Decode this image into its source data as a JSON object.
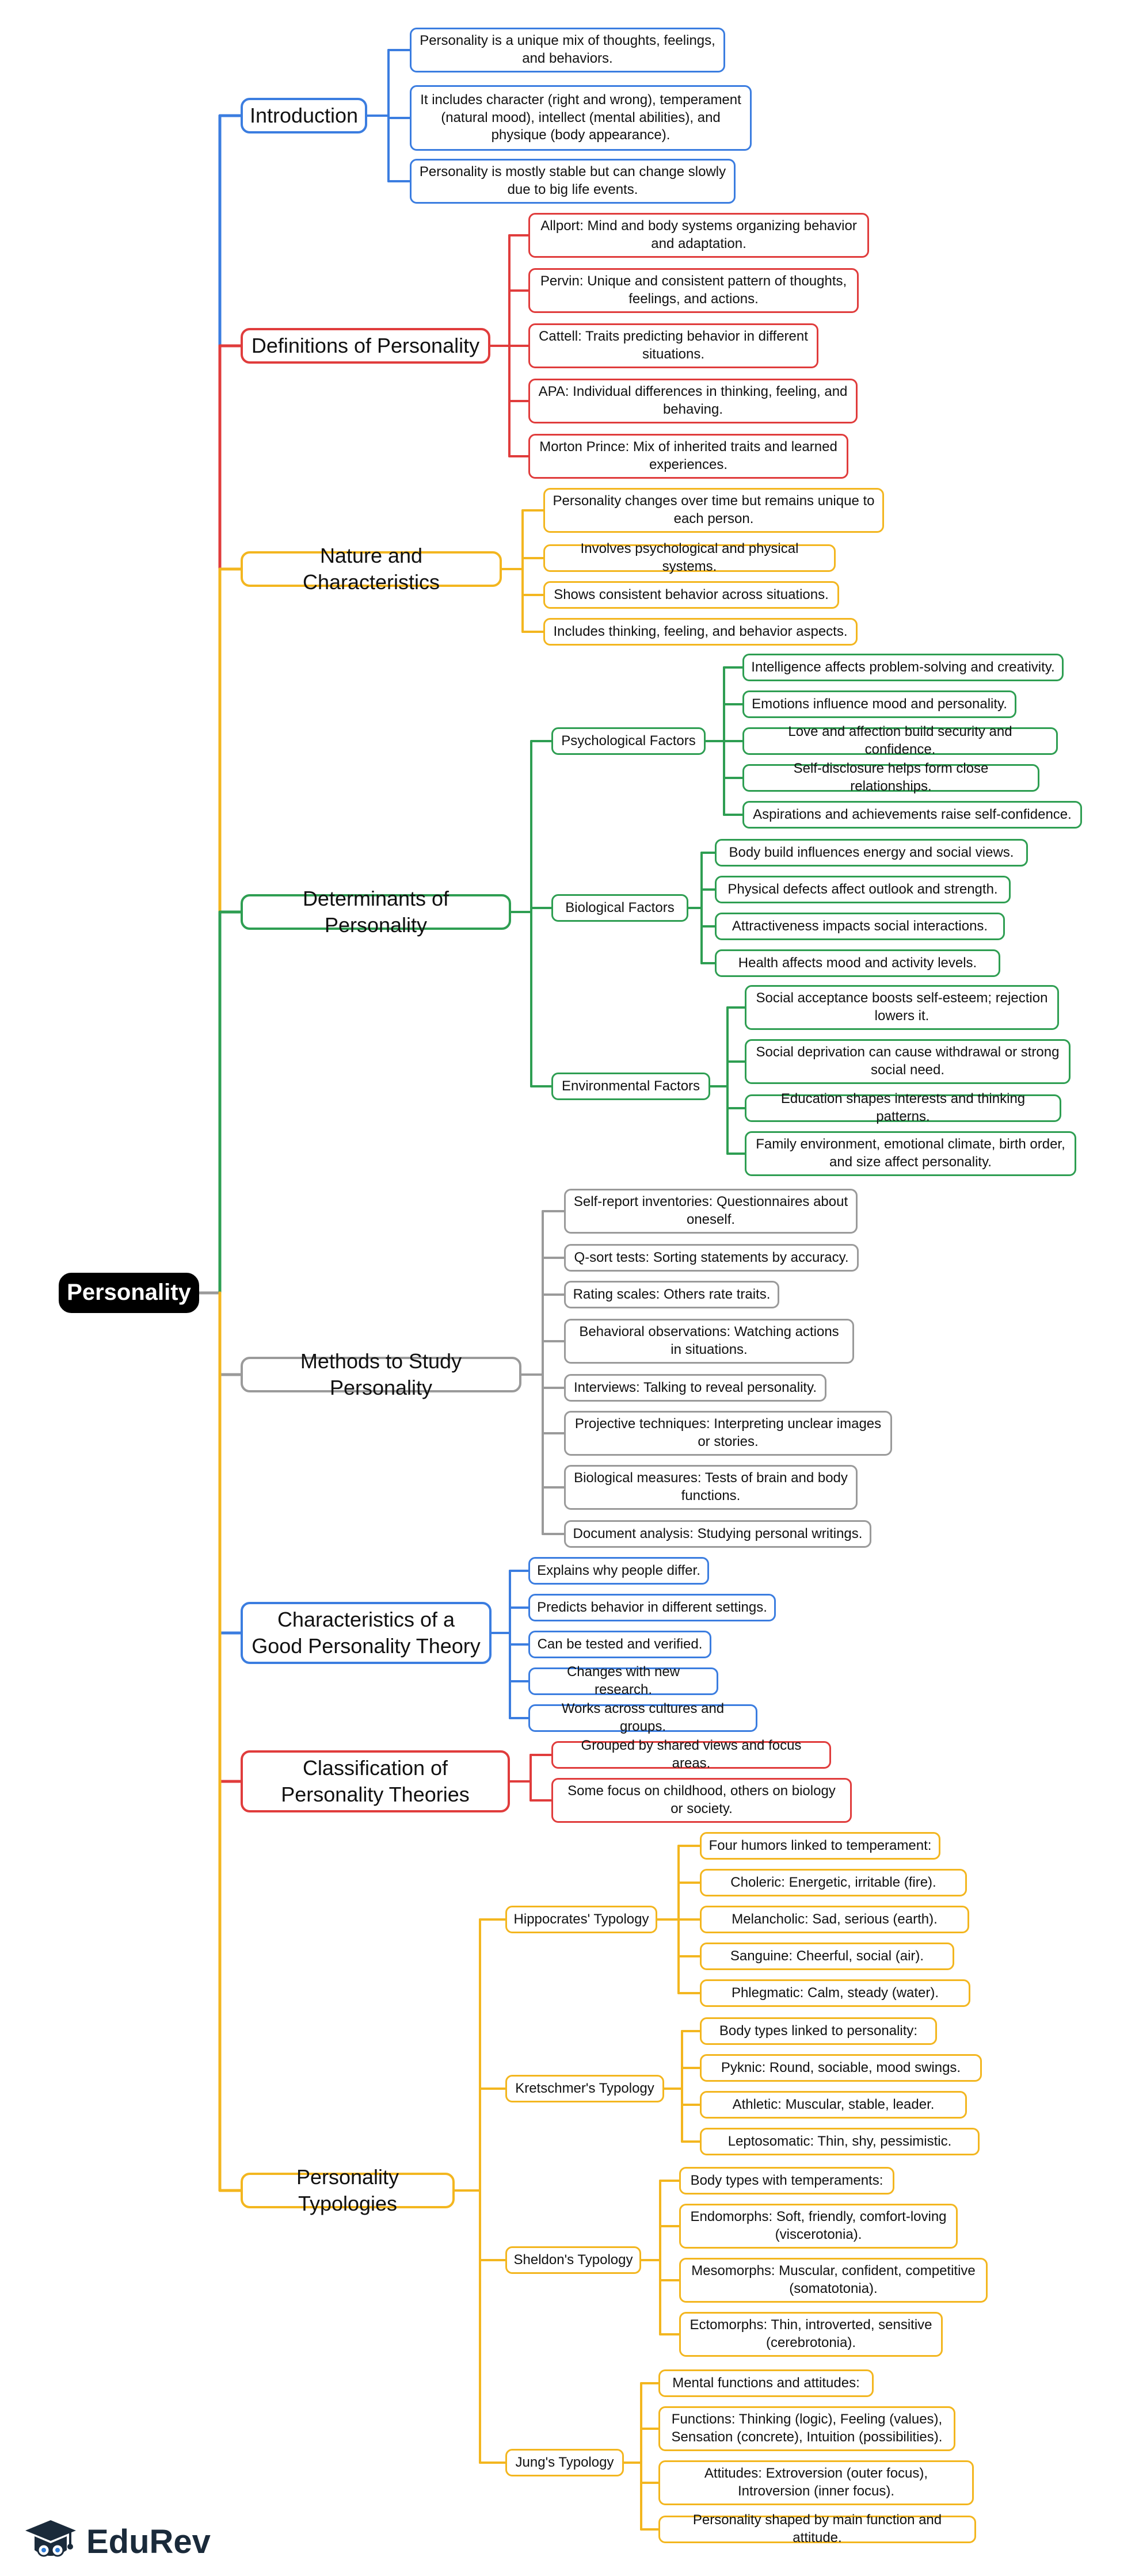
{
  "colors": {
    "blue": "#3b7de0",
    "red": "#e03c3c",
    "yellow": "#f3b61f",
    "green": "#2e9e52",
    "gray": "#9a9a9a",
    "root": "#000000"
  },
  "brand": {
    "name": "EduRev",
    "icon": "edurev-cap-logo-icon"
  },
  "root": {
    "label": "Personality"
  },
  "branches": [
    {
      "key": "intro",
      "label": "Introduction",
      "color": "blue",
      "children": [
        "Personality is a unique mix of thoughts, feelings, and behaviors.",
        "It includes character (right and wrong), temperament (natural mood), intellect (mental abilities), and physique (body appearance).",
        "Personality is mostly stable but can change slowly due to big life events."
      ]
    },
    {
      "key": "defs",
      "label": "Definitions of Personality",
      "color": "red",
      "children": [
        "Allport: Mind and body systems organizing behavior and adaptation.",
        "Pervin: Unique and consistent pattern of thoughts, feelings, and actions.",
        "Cattell: Traits predicting behavior in different situations.",
        "APA: Individual differences in thinking, feeling, and behaving.",
        "Morton Prince: Mix of inherited traits and learned experiences."
      ]
    },
    {
      "key": "nature",
      "label": "Nature and Characteristics",
      "color": "yellow",
      "children": [
        "Personality changes over time but remains unique to each person.",
        "Involves psychological and physical systems.",
        "Shows consistent behavior across situations.",
        "Includes thinking, feeling, and behavior aspects."
      ]
    },
    {
      "key": "determinants",
      "label": "Determinants of Personality",
      "color": "green",
      "groups": [
        {
          "label": "Psychological Factors",
          "children": [
            "Intelligence affects problem-solving and creativity.",
            "Emotions influence mood and personality.",
            "Love and affection build security and confidence.",
            "Self-disclosure helps form close relationships.",
            "Aspirations and achievements raise self-confidence."
          ]
        },
        {
          "label": "Biological Factors",
          "children": [
            "Body build influences energy and social views.",
            "Physical defects affect outlook and strength.",
            "Attractiveness impacts social interactions.",
            "Health affects mood and activity levels."
          ]
        },
        {
          "label": "Environmental Factors",
          "children": [
            "Social acceptance boosts self-esteem; rejection lowers it.",
            "Social deprivation can cause withdrawal or strong social need.",
            "Education shapes interests and thinking patterns.",
            "Family environment, emotional climate, birth order, and size affect personality."
          ]
        }
      ]
    },
    {
      "key": "methods",
      "label": "Methods to Study Personality",
      "color": "gray",
      "children": [
        "Self-report inventories: Questionnaires about oneself.",
        "Q-sort tests: Sorting statements by accuracy.",
        "Rating scales: Others rate traits.",
        "Behavioral observations: Watching actions in situations.",
        "Interviews: Talking to reveal personality.",
        "Projective techniques: Interpreting unclear images or stories.",
        "Biological measures: Tests of brain and body functions.",
        "Document analysis: Studying personal writings."
      ]
    },
    {
      "key": "good",
      "label": "Characteristics of a Good Personality Theory",
      "color": "blue",
      "children": [
        "Explains why people differ.",
        "Predicts behavior in different settings.",
        "Can be tested and verified.",
        "Changes with new research.",
        "Works across cultures and groups."
      ]
    },
    {
      "key": "classif",
      "label": "Classification of Personality Theories",
      "color": "red",
      "children": [
        "Grouped by shared views and focus areas.",
        "Some focus on childhood, others on biology or society."
      ]
    },
    {
      "key": "typ",
      "label": "Personality Typologies",
      "color": "yellow",
      "groups": [
        {
          "label": "Hippocrates' Typology",
          "children": [
            "Four humors linked to temperament:",
            "Choleric: Energetic, irritable (fire).",
            "Melancholic: Sad, serious (earth).",
            "Sanguine: Cheerful, social (air).",
            "Phlegmatic: Calm, steady (water)."
          ]
        },
        {
          "label": "Kretschmer's Typology",
          "children": [
            "Body types linked to personality:",
            "Pyknic: Round, sociable, mood swings.",
            "Athletic: Muscular, stable, leader.",
            "Leptosomatic: Thin, shy, pessimistic."
          ]
        },
        {
          "label": "Sheldon's Typology",
          "children": [
            "Body types with temperaments:",
            "Endomorphs: Soft, friendly, comfort-loving (viscerotonia).",
            "Mesomorphs: Muscular, confident, competitive (somatotonia).",
            "Ectomorphs: Thin, introverted, sensitive (cerebrotonia)."
          ]
        },
        {
          "label": "Jung's Typology",
          "children": [
            "Mental functions and attitudes:",
            "Functions: Thinking (logic), Feeling (values), Sensation (concrete), Intuition (possibilities).",
            "Attitudes: Extroversion (outer focus), Introversion (inner focus).",
            "Personality shaped by main function and attitude."
          ]
        }
      ]
    }
  ]
}
